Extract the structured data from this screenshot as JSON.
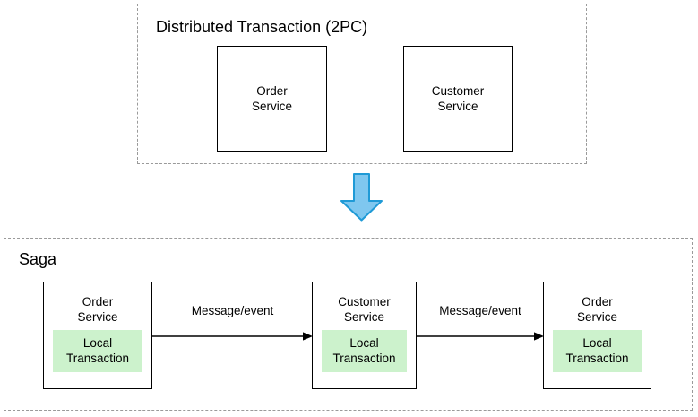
{
  "diagram": {
    "title_top": "Distributed Transaction (2PC)",
    "title_bottom": "Saga",
    "colors": {
      "local_transaction_fill": "#ccf2cc",
      "transition_arrow_fill": "#7fc7ef",
      "transition_arrow_stroke": "#1f9ad6",
      "group_border": "#9a9a9a",
      "box_border": "#000000",
      "background": "#ffffff",
      "text": "#000000"
    }
  },
  "distributed_transaction": {
    "label": "Distributed Transaction (2PC)",
    "services": [
      {
        "name": "Order\nService"
      },
      {
        "name": "Customer\nService"
      }
    ]
  },
  "transition": {
    "icon": "down-block-arrow-icon"
  },
  "saga": {
    "label": "Saga",
    "steps": [
      {
        "name": "Order\nService",
        "local_transaction": "Local\nTransaction"
      },
      {
        "name": "Customer\nService",
        "local_transaction": "Local\nTransaction"
      },
      {
        "name": "Order\nService",
        "local_transaction": "Local\nTransaction"
      }
    ],
    "connectors": [
      {
        "label": "Message/event"
      },
      {
        "label": "Message/event"
      }
    ]
  }
}
